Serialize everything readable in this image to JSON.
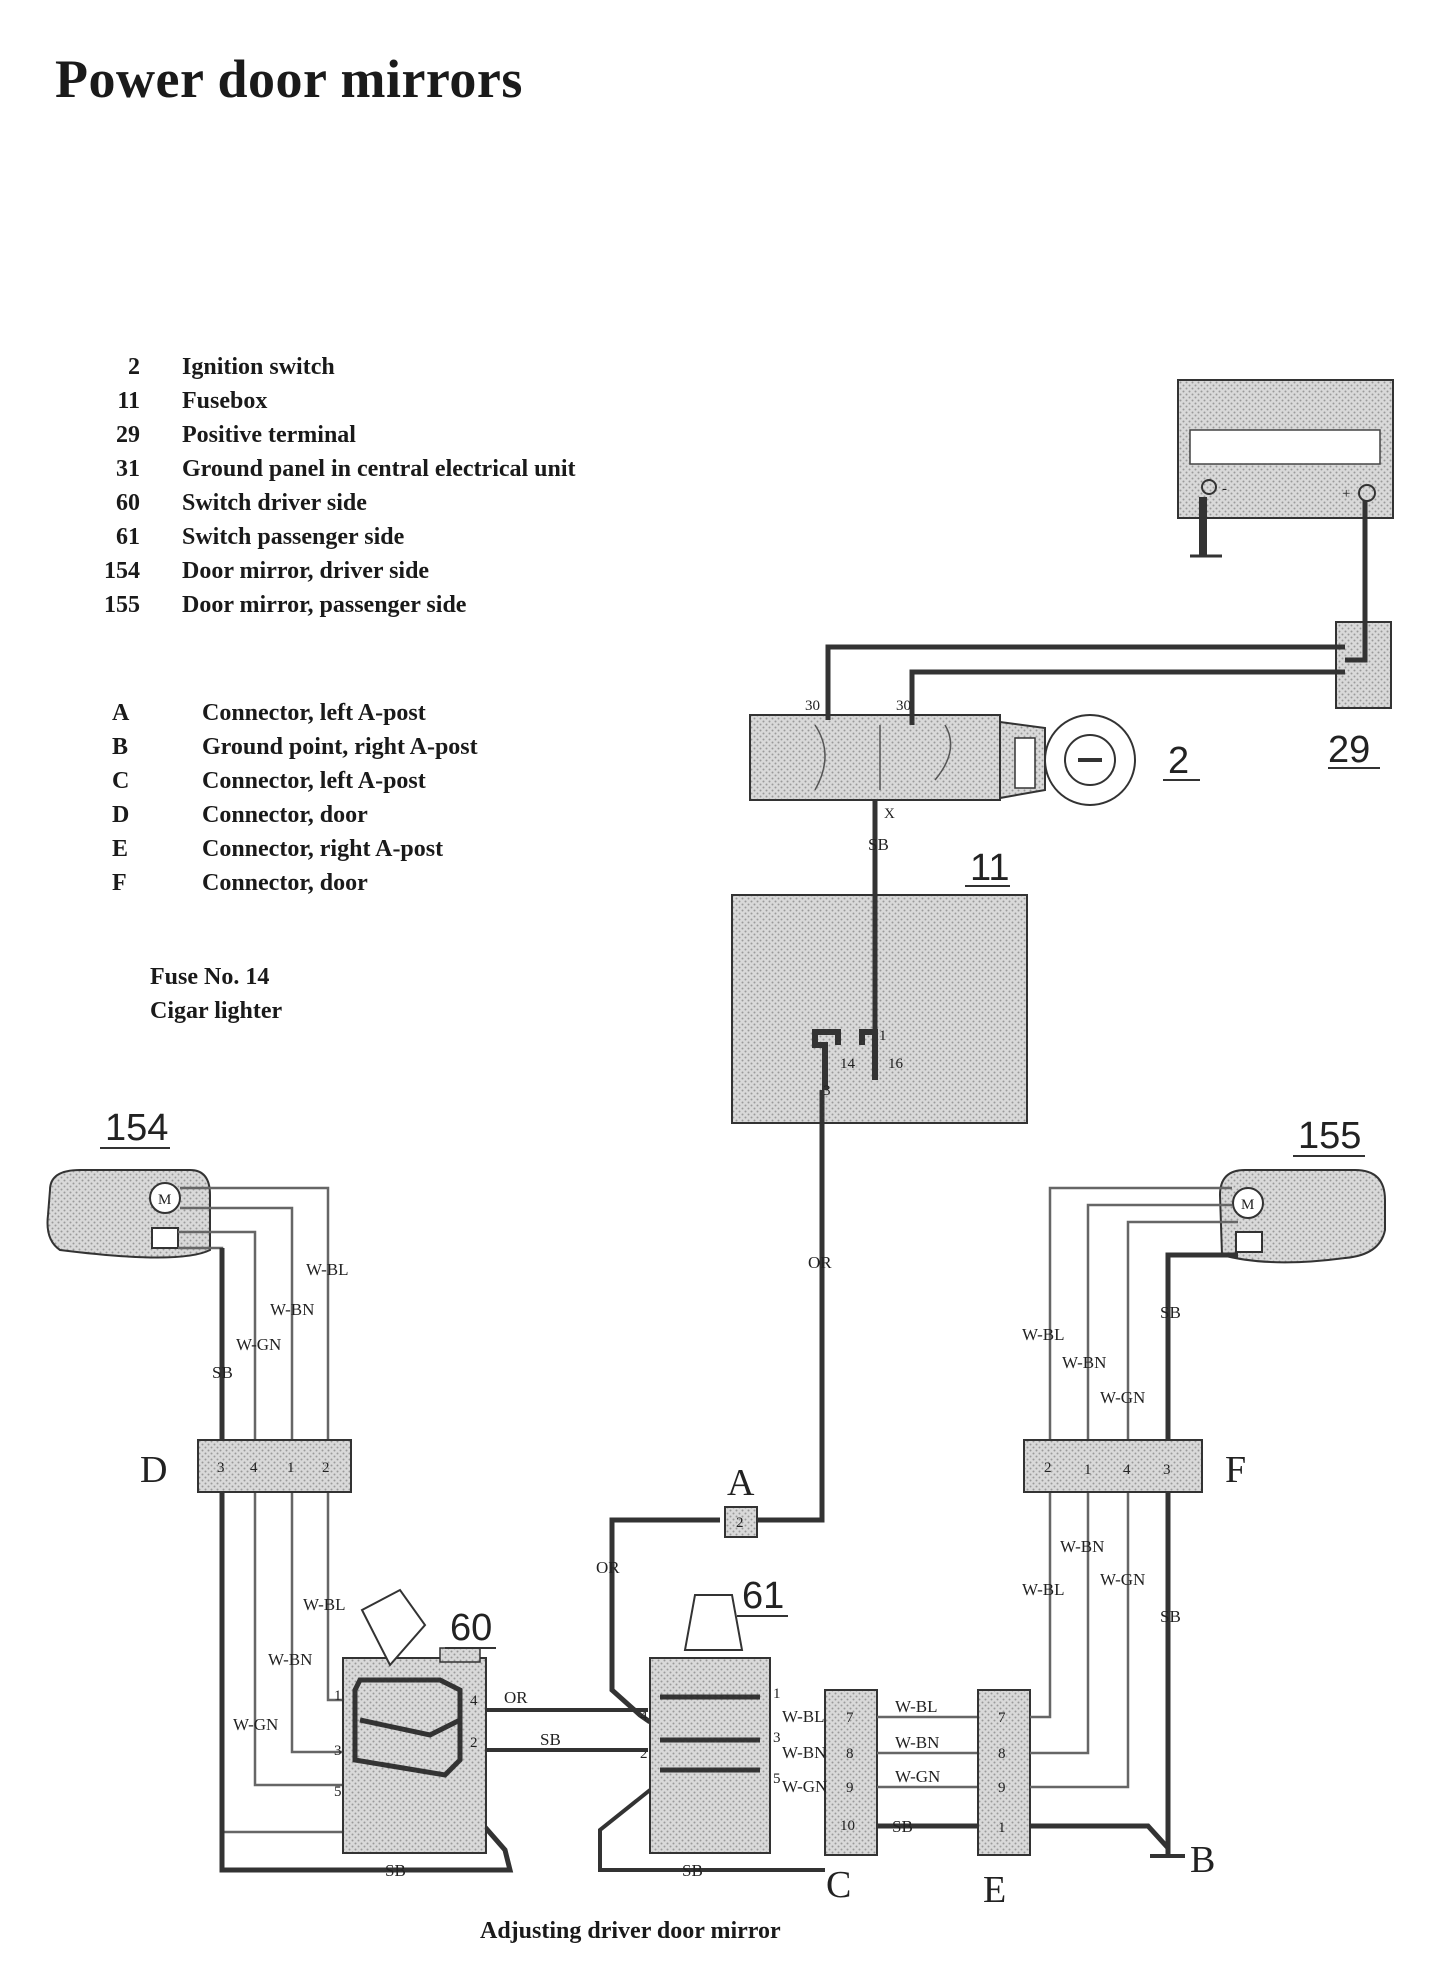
{
  "title": "Power door mirrors",
  "components": [
    {
      "num": "2",
      "label": "Ignition switch"
    },
    {
      "num": "11",
      "label": "Fusebox"
    },
    {
      "num": "29",
      "label": "Positive terminal"
    },
    {
      "num": "31",
      "label": "Ground panel in central electrical unit"
    },
    {
      "num": "60",
      "label": "Switch driver side"
    },
    {
      "num": "61",
      "label": "Switch passenger side"
    },
    {
      "num": "154",
      "label": "Door mirror, driver side"
    },
    {
      "num": "155",
      "label": "Door mirror, passenger side"
    }
  ],
  "connectors": [
    {
      "letter": "A",
      "label": "Connector, left A-post"
    },
    {
      "letter": "B",
      "label": "Ground point, right A-post"
    },
    {
      "letter": "C",
      "label": "Connector, left A-post"
    },
    {
      "letter": "D",
      "label": "Connector, door"
    },
    {
      "letter": "E",
      "label": "Connector, right A-post"
    },
    {
      "letter": "F",
      "label": "Connector, door"
    }
  ],
  "fuse_note": {
    "line1": "Fuse No. 14",
    "line2": "Cigar lighter"
  },
  "caption": "Adjusting driver door mirror",
  "diagram": {
    "refs": {
      "r2": "2",
      "r11": "11",
      "r29": "29",
      "r60": "60",
      "r61": "61",
      "r154": "154",
      "r155": "155",
      "A": "A",
      "B": "B",
      "C": "C",
      "D": "D",
      "E": "E",
      "F": "F"
    },
    "wires": {
      "SB": "SB",
      "OR": "OR",
      "WBL": "W-BL",
      "WBN": "W-BN",
      "WGN": "W-GN"
    },
    "pins": {
      "p30": "30",
      "x": "X",
      "p14": "14",
      "p16": "16",
      "p1": "1",
      "p2": "2",
      "p3": "3",
      "p4": "4",
      "p5": "5",
      "p7": "7",
      "p8": "8",
      "p9": "9",
      "p10": "10",
      "plus": "+",
      "minus": "-",
      "motor": "M"
    },
    "d_pins": [
      "3",
      "4",
      "1",
      "2"
    ],
    "f_pins": [
      "2",
      "1",
      "4",
      "3"
    ],
    "c_pins": [
      "7",
      "8",
      "9",
      "10"
    ],
    "e_pins": [
      "7",
      "8",
      "9",
      "1"
    ]
  }
}
